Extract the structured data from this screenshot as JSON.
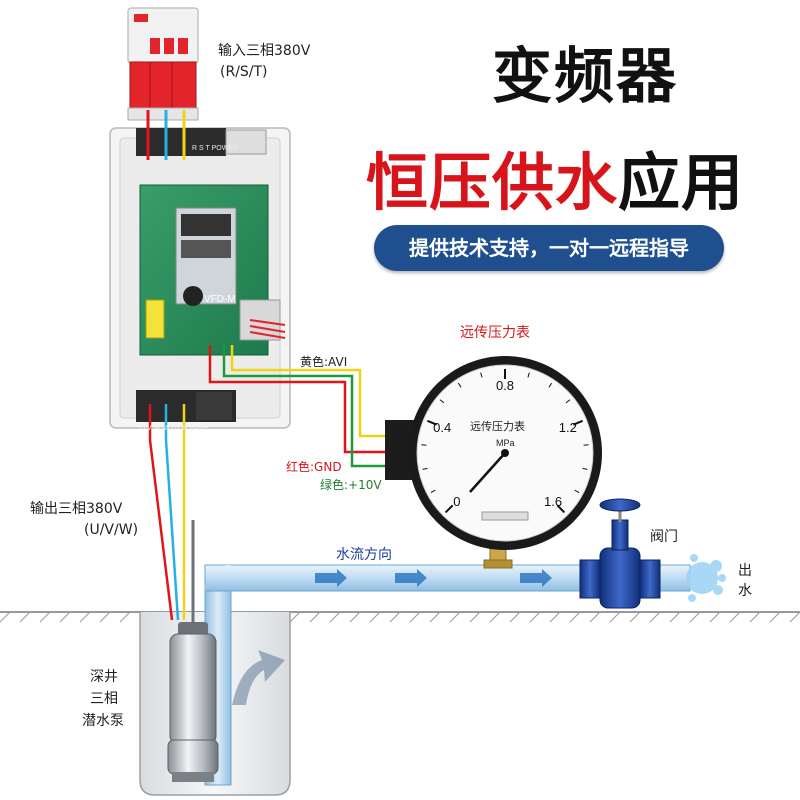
{
  "title": {
    "line1": "变频器",
    "line2_red": "恒压供水",
    "line2_black": "应用"
  },
  "banner": "提供技术支持，一对一远程指导",
  "labels": {
    "input_power": "输入三相380V",
    "input_terminals": "(R/S/T)",
    "output_power": "输出三相380V",
    "output_terminals": "(U/V/W)",
    "gauge_title": "远传压力表",
    "wire_yellow": "黄色:AVI",
    "wire_red": "红色:GND",
    "wire_green": "绿色:+10V",
    "water_flow": "水流方向",
    "valve": "阀门",
    "outlet_1": "出",
    "outlet_2": "水",
    "pump_1": "深井",
    "pump_2": "三相",
    "pump_3": "潜水泵"
  },
  "inverter": {
    "model": "VFD-M",
    "top_terminal_label": "R  S  T  POWER",
    "bottom_terminal_label": "U  V  W  MOTOR   Brake"
  },
  "gauge": {
    "ticks": [
      "0",
      "0.4",
      "0.8",
      "1.2",
      "1.6"
    ],
    "face_text": "远传压力表",
    "unit": "MPa"
  },
  "colors": {
    "wire_red": "#e0141a",
    "wire_cyan": "#27b0e6",
    "wire_yellow": "#f1d21a",
    "wire_green": "#1f9a3a",
    "pipe": "#cfe6f7",
    "valve": "#1c3f9c",
    "banner": "#1f4f8e",
    "title_red": "#d8141b"
  }
}
